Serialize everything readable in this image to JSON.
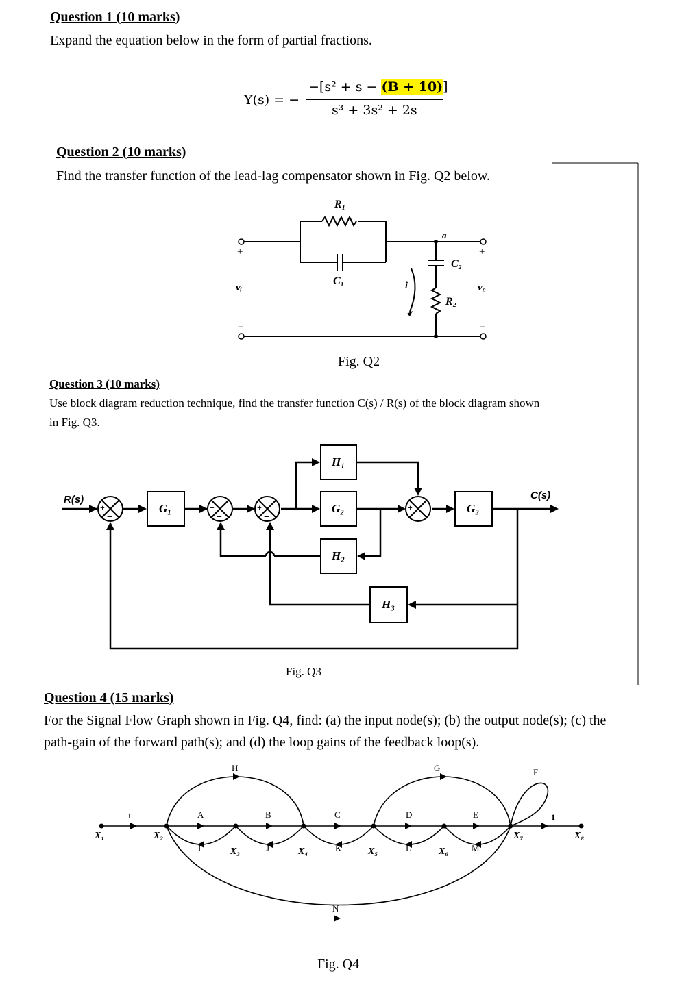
{
  "q1": {
    "title": "Question 1 (10 marks)",
    "body": "Expand the equation below in the form of partial fractions.",
    "eq_lhs": "Y(s) = −",
    "eq_num_pre": "−[s² + s − ",
    "eq_num_hl": "(B + 10)",
    "eq_num_post": "]",
    "eq_den": "s³ + 3s² + 2s"
  },
  "q2": {
    "title": "Question 2 (10 marks)",
    "body": "Find the transfer function of the lead-lag compensator shown in Fig. Q2 below.",
    "caption": "Fig. Q2",
    "labels": {
      "r1": "R₁",
      "c1": "C₁",
      "c2": "C₂",
      "r2": "R₂",
      "vi": "vᵢ",
      "vo": "v₀",
      "i": "i",
      "a": "a",
      "plus_left": "+",
      "plus_right": "+",
      "minus_left": "−",
      "minus_right": "−"
    }
  },
  "q3": {
    "title": "Question 3 (10 marks)",
    "body_line1": "Use block diagram reduction technique, find the transfer function C(s) / R(s) of the block diagram shown",
    "body_line2": "in Fig. Q3.",
    "caption": "Fig. Q3",
    "labels": {
      "rs": "R(s)",
      "cs": "C(s)",
      "g1": "G₁",
      "g2": "G₂",
      "g3": "G₃",
      "h1": "H₁",
      "h2": "H₂",
      "h3": "H₃",
      "plus": "+",
      "minus": "−"
    }
  },
  "q4": {
    "title": "Question 4 (15 marks)",
    "body_line1": "For the Signal Flow Graph shown in Fig. Q4, find: (a) the input node(s); (b) the output node(s); (c) the",
    "body_line2": "path-gain of the forward path(s); and (d) the loop gains of the feedback loop(s).",
    "caption": "Fig. Q4",
    "nodes": [
      "X₁",
      "X₂",
      "X₃",
      "X₄",
      "X₅",
      "X₆",
      "X₇",
      "X₈"
    ],
    "gains": {
      "one_a": "1",
      "A": "A",
      "B": "B",
      "C": "C",
      "D": "D",
      "E": "E",
      "one_b": "1",
      "I": "I",
      "J": "J",
      "K": "K",
      "L": "L",
      "M": "M",
      "H": "H",
      "G": "G",
      "F": "F",
      "N": "N"
    }
  }
}
